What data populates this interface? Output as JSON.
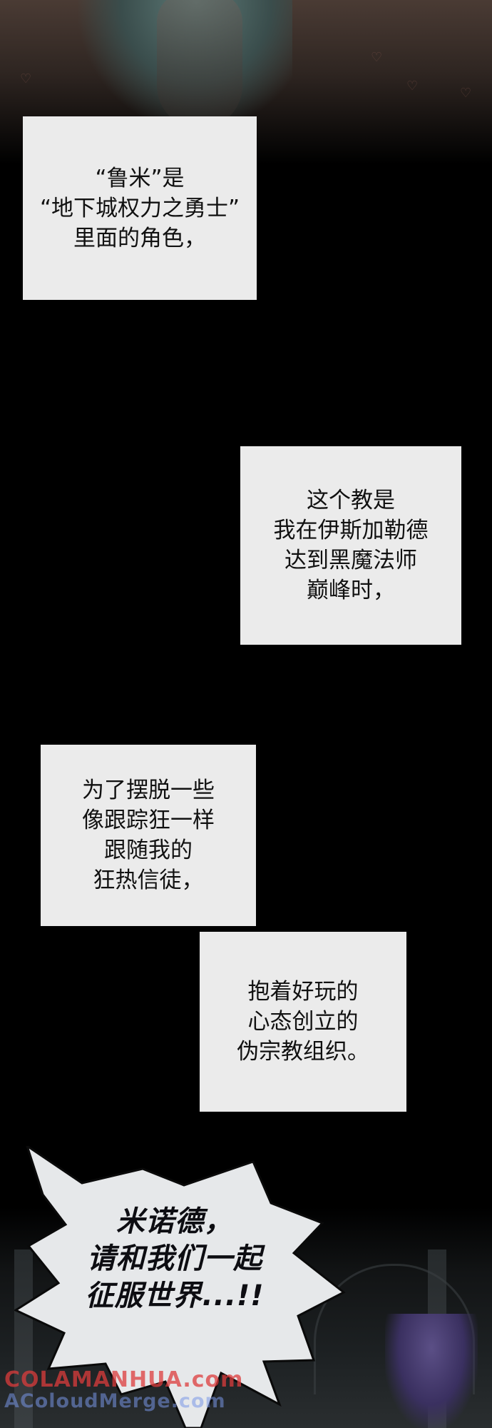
{
  "panels": [
    {
      "text": "“鲁米”是\n“地下城权力之勇士”\n里面的角色，"
    },
    {
      "text": "这个教是\n我在伊斯加勒德\n达到黑魔法师\n巅峰时，"
    },
    {
      "text": "为了摆脱一些\n像跟踪狂一样\n跟随我的\n狂热信徒，"
    },
    {
      "text": "抱着好玩的\n心态创立的\n伪宗教组织。"
    }
  ],
  "speech": {
    "text": "米诺德，\n请和我们一起\n征服世界...!!"
  },
  "watermark": {
    "line1": "COLAMANHUA.com",
    "line2": "AColoudMerge.com"
  },
  "colors": {
    "box_bg": "#ebebeb",
    "page_bg": "#000000",
    "bubble": "#e6e8ea"
  }
}
